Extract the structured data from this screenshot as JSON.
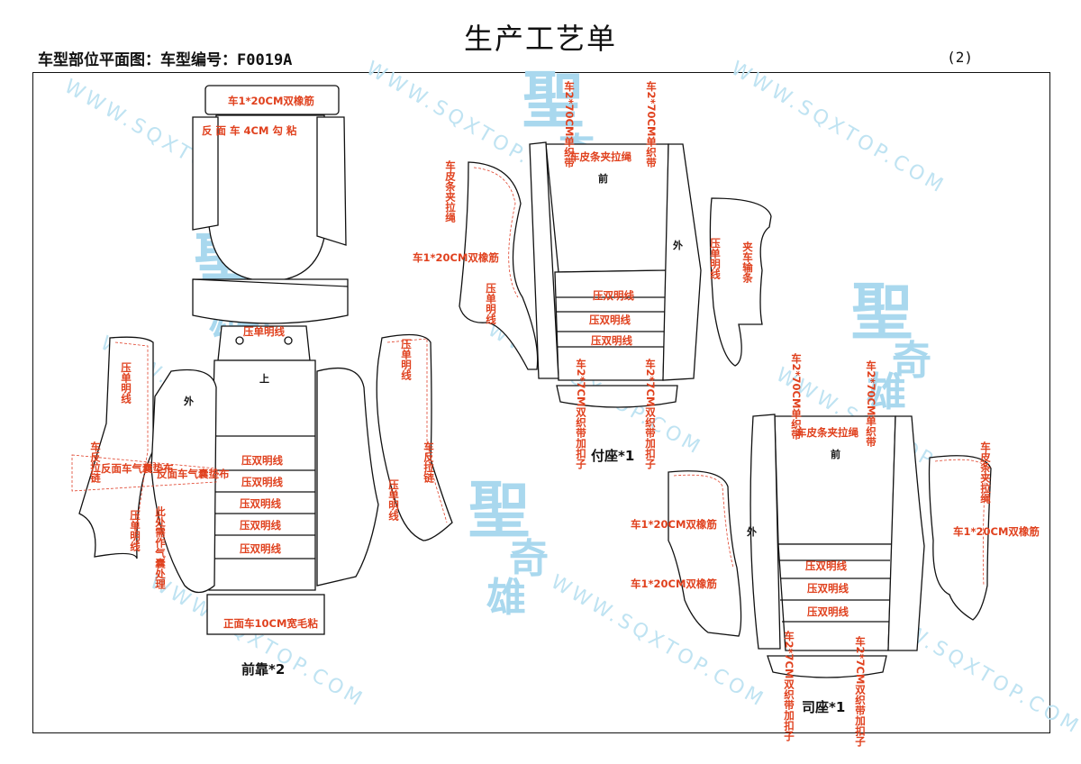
{
  "header": {
    "title": "生产工艺单",
    "subtitle": "车型部位平面图：车型编号：F0019A",
    "page_number": "(2)"
  },
  "watermark": {
    "url": "WWW.SQXTOP.COM",
    "logo_chars": [
      "聖",
      "奇",
      "雄"
    ]
  },
  "colors": {
    "label": "#e0411e",
    "line": "#111111",
    "watermark": "#bfe3f2"
  },
  "front_back": {
    "caption": "前靠*2",
    "labels": {
      "top_band": "车1*20CM双橡筋",
      "reverse_hook": "反 面 车 4CM 勾 粘",
      "single_line_top": "压单明线",
      "up": "上",
      "double_lines": [
        "压双明线",
        "压双明线",
        "压双明线",
        "压双明线",
        "压双明线"
      ],
      "bottom_band": "正面车10CM宽毛粘",
      "left_single": "压单明线",
      "left_pull": "车反拉链",
      "left_airbag": "反面车气囊垫布",
      "left_single2": "压单明线",
      "outer": "外",
      "mid_airbag": "反面车气囊垫布",
      "mid_airbag_note": "此处需作气囊处理",
      "right_single": "压单明线",
      "right_pull": "车反拉链",
      "right_single2": "压单明线"
    }
  },
  "passenger_seat": {
    "caption": "付座*1",
    "labels": {
      "top_left_strap": "车2*70CM单织带",
      "top_right_strap": "车2*70CM单织带",
      "leather_rope": "车皮条夹拉绳",
      "front": "前",
      "left_rope": "车皮条夹拉绳",
      "left_band": "车1*20CM双橡筋",
      "left_single": "压单明线",
      "outer": "外",
      "right_single": "压单明线",
      "right_clip": "夹车输条",
      "double_lines": [
        "压双明线",
        "压双明线",
        "压双明线"
      ],
      "bottom_left": "车2*7CM双织带加扣子",
      "bottom_right": "车2*7CM双织带加扣子"
    }
  },
  "driver_seat": {
    "caption": "司座*1",
    "labels": {
      "top_left_strap": "车2*70CM单织带",
      "top_right_strap": "车2*70CM单织带",
      "leather_rope": "车皮条夹拉绳",
      "front": "前",
      "outer": "外",
      "left_band_1": "车1*20CM双橡筋",
      "left_band_2": "车1*20CM双橡筋",
      "right_rope": "车皮条夹拉绳",
      "right_band": "车1*20CM双橡筋",
      "double_lines": [
        "压双明线",
        "压双明线",
        "压双明线"
      ],
      "bottom_left": "车2*7CM双织带加扣子",
      "bottom_right": "车2*7CM双织带加扣子"
    }
  }
}
